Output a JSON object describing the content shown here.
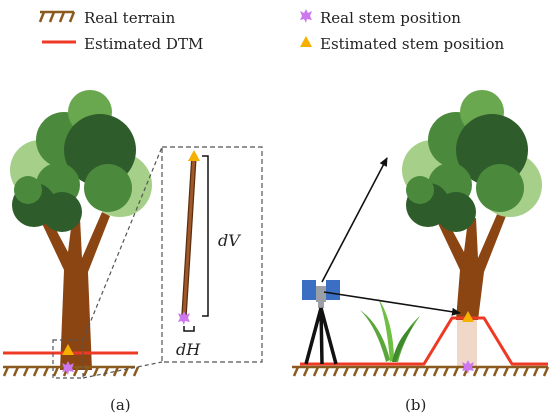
{
  "legend": {
    "real_terrain": "Real terrain",
    "estimated_dtm": "Estimated DTM",
    "real_stem_position": "Real stem position",
    "estimated_stem_position": "Estimated stem position"
  },
  "labels": {
    "dv": "dV",
    "dh": "dH",
    "panel_a": "(a)",
    "panel_b": "(b)"
  },
  "colors": {
    "terrain": "#8a5a1e",
    "dtm": "#ee3a24",
    "real_stem": "#cc77ee",
    "estimated_stem": "#f5b000",
    "trunk": "#8b4513",
    "foliage_dark": "#2e5c2a",
    "foliage_mid": "#4b8a3c",
    "foliage_light": "#a6d08a",
    "scanner": "#3a6fc4"
  }
}
